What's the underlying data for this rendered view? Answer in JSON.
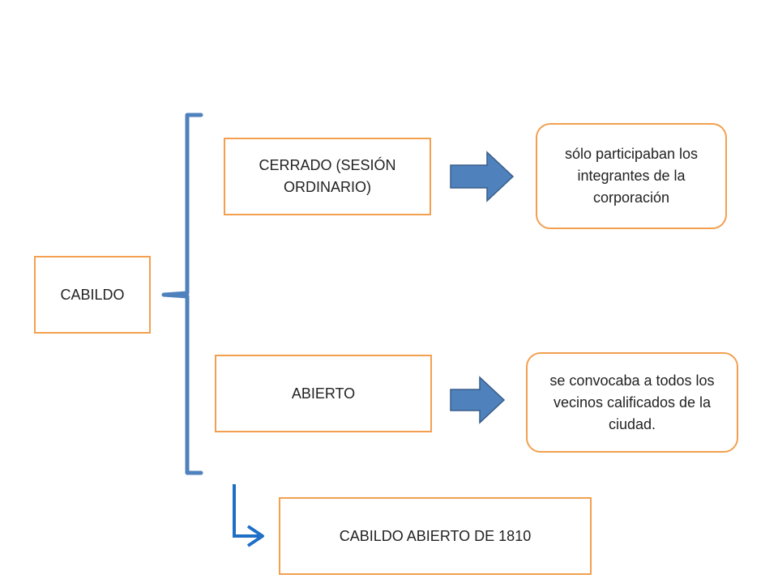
{
  "diagram": {
    "root": "CABILDO",
    "branches": [
      {
        "label": "CERRADO (SESIÓN ORDINARIO)",
        "result": "sólo participaban los integrantes de la corporación"
      },
      {
        "label": "ABIERTO",
        "result": "se convocaba a todos los vecinos calificados de la ciudad."
      }
    ],
    "footer": "CABILDO ABIERTO DE 1810"
  },
  "colors": {
    "box_border": "#f2a04f",
    "brace": "#4f81bd",
    "arrow_fill": "#4f81bd",
    "arrow_stroke": "#385d8a",
    "connector": "#1f6fc6"
  }
}
